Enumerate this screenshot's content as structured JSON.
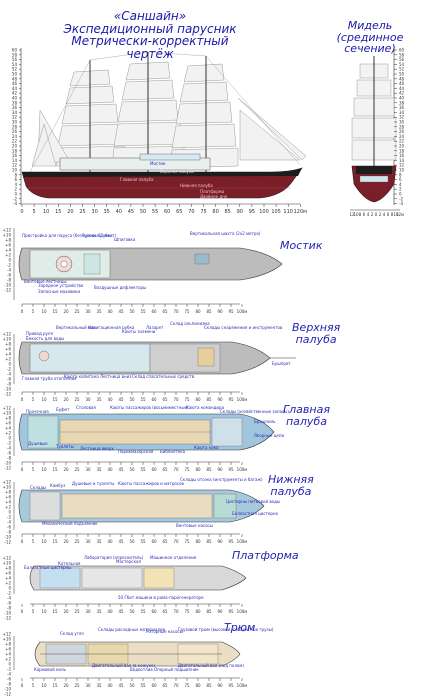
{
  "header": {
    "title": "«Саншайн»",
    "subtitle1": "Экспедиционный парусник",
    "subtitle2": "Метрически-корректный чертёж"
  },
  "midship": {
    "title1": "Мидель",
    "title2": "(срединное сечение)"
  },
  "sections": {
    "bridge": "Мостик",
    "upper_deck_1": "Верхняя",
    "upper_deck_2": "палуба",
    "main_deck_1": "Главная",
    "main_deck_2": "палуба",
    "lower_deck_1": "Нижняя",
    "lower_deck_2": "палуба",
    "platform": "Платформа",
    "hold": "Трюм"
  },
  "profile_labels": {
    "bridge_upper": "Мостик",
    "upper_deck": "Верхняя палуба",
    "main_deck": "Главная палуба",
    "lower_deck": "Нижняя палуба",
    "platform": "Платформа",
    "hold": "Трюм",
    "double_bottom": "Двойное дно"
  },
  "axis": {
    "profile_ticks": [
      "0",
      "5",
      "10",
      "15",
      "20",
      "25",
      "30",
      "35",
      "40",
      "45",
      "50",
      "55",
      "60",
      "65",
      "70",
      "75",
      "80",
      "85",
      "90",
      "95",
      "100",
      "105",
      "110",
      "120м"
    ],
    "plan_ticks": [
      "0",
      "5",
      "10",
      "15",
      "20",
      "25",
      "30",
      "35",
      "40",
      "45",
      "50",
      "55",
      "60",
      "65",
      "70",
      "75",
      "80",
      "85",
      "90",
      "95",
      "100м"
    ],
    "vertical_ticks": [
      "60",
      "58",
      "56",
      "54",
      "52",
      "50",
      "48",
      "46",
      "44",
      "42",
      "40",
      "38",
      "36",
      "34",
      "32",
      "30",
      "28",
      "26",
      "24",
      "22",
      "20",
      "18",
      "16",
      "14",
      "12",
      "10",
      "8",
      "6",
      "4",
      "2",
      "0",
      "-2",
      "-4"
    ],
    "midship_ticks": [
      "12",
      "10",
      "8",
      "6",
      "4",
      "2",
      "0",
      "2",
      "4",
      "6",
      "8",
      "10",
      "12м"
    ],
    "small_vertical": [
      "+12",
      "+10",
      "+8",
      "+6",
      "+4",
      "+2",
      "0",
      "-2",
      "-4",
      "-6",
      "-8",
      "-10",
      "-12"
    ]
  },
  "bridge_labels": [
    "Пристройка для паруса (без кухни, 12 мест)",
    "Рулевая рубка",
    "Шпиговка",
    "Вертикальная шахта (2х2 метра)",
    "Зарядное устройство",
    "Запасные маховики",
    "Вантовые лестницы",
    "Воздушные дефлекторы"
  ],
  "upper_labels": [
    "Привод руля",
    "Ёмкость для воды",
    "Вертикальный вал",
    "Навигационная рубка",
    "Каюты знамени",
    "Лазарет",
    "Склад альпинизма",
    "Склады снаряжения и инструментов",
    "Главная труба отопления",
    "Каюта капитана",
    "Лестница вниз",
    "Склад спасательных средств",
    "Бушприт"
  ],
  "main_labels": [
    "Прачечная",
    "Буфет",
    "Столовая",
    "Каюты пассажиров (восьмиместные)",
    "Каюта командира",
    "Склады (хозяйственные запасы)",
    "Душевые",
    "Туалеты",
    "Лестница вверх",
    "Парикмахерская",
    "Библиотека",
    "Каюта кока",
    "Якорные цепи",
    "Брашпиль"
  ],
  "lower_labels": [
    "Склады",
    "Камбуз",
    "Душевые и туалеты",
    "Каюты пассажиров и матросов",
    "Склады отсека (инструменты и багаж)",
    "Цистерны питьевой воды",
    "Механический подъёмник",
    "Вентовые насосы",
    "Балластная цистерна"
  ],
  "platform_labels": [
    "Балластные цистерны",
    "Котельная",
    "Лаборатория (опреснитель)",
    "Мастерская",
    "Машинное отделение",
    "50 Гбит машина в рама-парогенераторе"
  ],
  "hold_labels": [
    "Склад угля",
    "Склады расходных материалов",
    "Роторные насосы",
    "Грузовой трюм (высокий, габаритные грузы)",
    "Кормовой киль",
    "Двигательный вал (в кожухе)",
    "Водоотлив",
    "Опорный подшипник",
    "Двигательный вал (под полом)"
  ]
}
